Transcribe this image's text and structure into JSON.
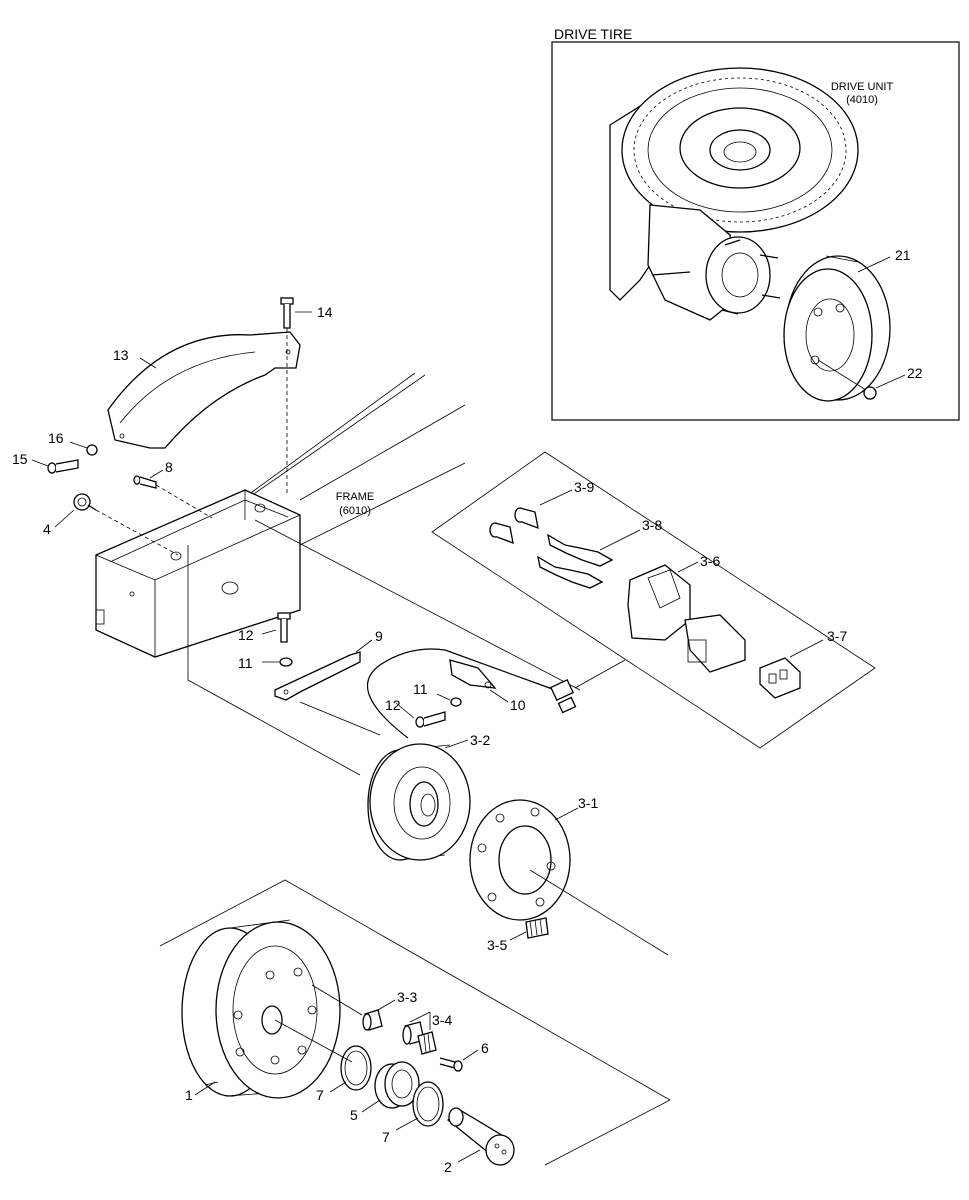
{
  "inset": {
    "title": "DRIVE TIRE",
    "drive_unit_label": "DRIVE UNIT",
    "drive_unit_code": "(4010)"
  },
  "frame": {
    "label": "FRAME",
    "code": "(6010)"
  },
  "callouts": {
    "c1": "1",
    "c2": "2",
    "c3_1": "3-1",
    "c3_2": "3-2",
    "c3_3": "3-3",
    "c3_4": "3-4",
    "c3_5": "3-5",
    "c3_6": "3-6",
    "c3_7": "3-7",
    "c3_8": "3-8",
    "c3_9": "3-9",
    "c4": "4",
    "c5": "5",
    "c6": "6",
    "c7a": "7",
    "c7b": "7",
    "c8": "8",
    "c9": "9",
    "c10": "10",
    "c11a": "11",
    "c11b": "11",
    "c12a": "12",
    "c12b": "12",
    "c13": "13",
    "c14": "14",
    "c15": "15",
    "c16": "16",
    "c21": "21",
    "c22": "22"
  }
}
